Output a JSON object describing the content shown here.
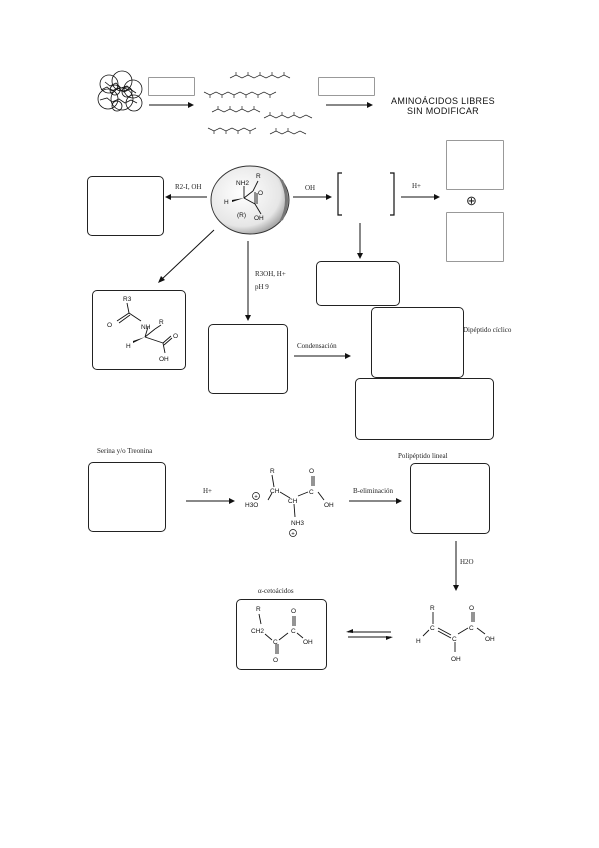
{
  "title": {
    "line1": "AMINOÁCIDOS LIBRES",
    "line2": "SIN MODIFICAR"
  },
  "reagents": {
    "r2i_oh": "R2-I, OH",
    "oh": "OH",
    "h_plus": "H+",
    "r3oh_h": "R3OH, H+",
    "ph9": "pH 9",
    "h2o": "H2O",
    "plus_sign": "⊕"
  },
  "labels": {
    "condensacion": "Condensación",
    "dipeptido_ciclico": "Dipéptido cíclico",
    "serina_treonina": "Serina y/o Treonina",
    "polipeptido_lineal": "Polipéptido lineal",
    "b_eliminacion": "B-eliminación",
    "alfa_cetoacidos": "α-cetoácidos"
  },
  "structures": {
    "center_aa": {
      "nh2": "NH2",
      "r": "R",
      "h": "H",
      "o": "O",
      "oh": "OH",
      "config": "(R)"
    },
    "n_acyl": {
      "r3": "R3",
      "o": "O",
      "nh": "NH",
      "r": "R",
      "h": "H",
      "oh": "OH"
    },
    "cation": {
      "r": "R",
      "h3o": "H3O",
      "ch_top": "CH",
      "c_carboxyl": "C",
      "oh": "OH",
      "ch_mid": "CH",
      "o": "O",
      "nh3": "NH3"
    },
    "keto": {
      "r": "R",
      "ch2": "CH2",
      "c1": "C",
      "c2": "C",
      "o_top": "O",
      "o_bottom": "O",
      "oh": "OH"
    },
    "enol": {
      "r": "R",
      "h": "H",
      "c1": "C",
      "c2": "C",
      "c3": "C",
      "o": "O",
      "oh_right": "OH",
      "oh_bottom": "OH"
    }
  },
  "colors": {
    "line": "#111111",
    "box_border": "#222222",
    "thin_box_border": "#999999",
    "globe_fill": "#dddddd"
  }
}
